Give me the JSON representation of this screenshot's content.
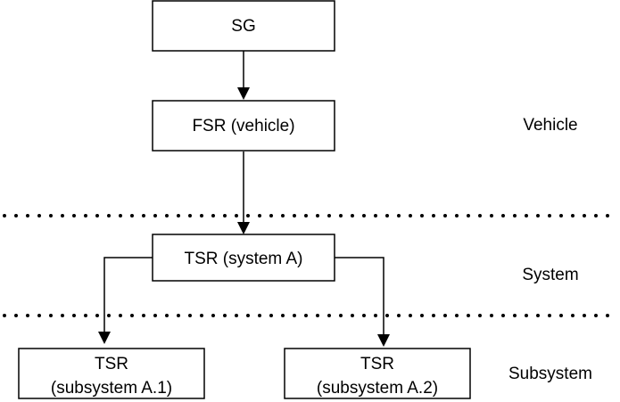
{
  "boxes": {
    "sg": {
      "lines": [
        "SG"
      ]
    },
    "fsr_vehicle": {
      "lines": [
        "FSR (vehicle)"
      ]
    },
    "tsr_system_a": {
      "lines": [
        "TSR (system A)"
      ]
    },
    "tsr_subsystem_a1": {
      "lines": [
        "TSR",
        "(subsystem A.1)"
      ]
    },
    "tsr_subsystem_a2": {
      "lines": [
        "TSR",
        "(subsystem A.2)"
      ]
    }
  },
  "levels": {
    "vehicle": "Vehicle",
    "system": "System",
    "subsystem": "Subsystem"
  },
  "connections": [
    {
      "from": "SG",
      "to": "FSR (vehicle)"
    },
    {
      "from": "FSR (vehicle)",
      "to": "TSR (system A)"
    },
    {
      "from": "TSR (system A)",
      "to": "TSR (subsystem A.1)"
    },
    {
      "from": "TSR (system A)",
      "to": "TSR (subsystem A.2)"
    }
  ]
}
